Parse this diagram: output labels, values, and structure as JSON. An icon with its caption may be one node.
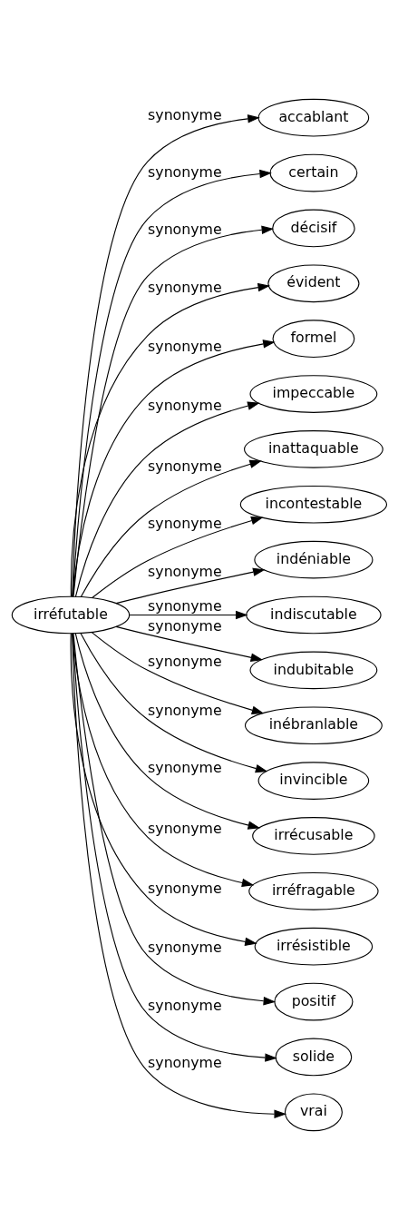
{
  "diagram": {
    "nodes": [
      {
        "text": [
          "irréfutable"
        ]
      },
      {
        "text": [
          "accablant"
        ]
      },
      {
        "text": [
          "certain"
        ]
      },
      {
        "text": [
          "décisif"
        ]
      },
      {
        "text": [
          "évident"
        ]
      },
      {
        "text": [
          "formel"
        ]
      },
      {
        "text": [
          "impeccable"
        ]
      },
      {
        "text": [
          "inattaquable"
        ]
      },
      {
        "text": [
          "incontestable"
        ]
      },
      {
        "text": [
          "indéniable"
        ]
      },
      {
        "text": [
          "indiscutable"
        ]
      },
      {
        "text": [
          "indubitable"
        ]
      },
      {
        "text": [
          "inébranlable"
        ]
      },
      {
        "text": [
          "invincible"
        ]
      },
      {
        "text": [
          "irrécusable"
        ]
      },
      {
        "text": [
          "irréfragable"
        ]
      },
      {
        "text": [
          "irrésistible"
        ]
      },
      {
        "text": [
          "positif"
        ]
      },
      {
        "text": [
          "solide"
        ]
      },
      {
        "text": [
          "vrai"
        ]
      }
    ],
    "edges": [
      {
        "from": 0,
        "to": 1,
        "arrow": "to",
        "label": "synonyme"
      },
      {
        "from": 0,
        "to": 2,
        "arrow": "to",
        "label": "synonyme"
      },
      {
        "from": 0,
        "to": 3,
        "arrow": "to",
        "label": "synonyme"
      },
      {
        "from": 0,
        "to": 4,
        "arrow": "to",
        "label": "synonyme"
      },
      {
        "from": 0,
        "to": 5,
        "arrow": "to",
        "label": "synonyme"
      },
      {
        "from": 0,
        "to": 6,
        "arrow": "to",
        "label": "synonyme"
      },
      {
        "from": 0,
        "to": 7,
        "arrow": "to",
        "label": "synonyme"
      },
      {
        "from": 0,
        "to": 8,
        "arrow": "to",
        "label": "synonyme"
      },
      {
        "from": 0,
        "to": 9,
        "arrow": "to",
        "label": "synonyme"
      },
      {
        "from": 0,
        "to": 10,
        "arrow": "to",
        "label": "synonyme"
      },
      {
        "from": 0,
        "to": 11,
        "arrow": "to",
        "label": "synonyme"
      },
      {
        "from": 0,
        "to": 12,
        "arrow": "to",
        "label": "synonyme"
      },
      {
        "from": 0,
        "to": 13,
        "arrow": "to",
        "label": "synonyme"
      },
      {
        "from": 0,
        "to": 14,
        "arrow": "to",
        "label": "synonyme"
      },
      {
        "from": 0,
        "to": 15,
        "arrow": "to",
        "label": "synonyme"
      },
      {
        "from": 0,
        "to": 16,
        "arrow": "to",
        "label": "synonyme"
      },
      {
        "from": 0,
        "to": 17,
        "arrow": "to",
        "label": "synonyme"
      },
      {
        "from": 0,
        "to": 18,
        "arrow": "to",
        "label": "synonyme"
      },
      {
        "from": 0,
        "to": 19,
        "arrow": "to",
        "label": "synonyme"
      }
    ]
  }
}
